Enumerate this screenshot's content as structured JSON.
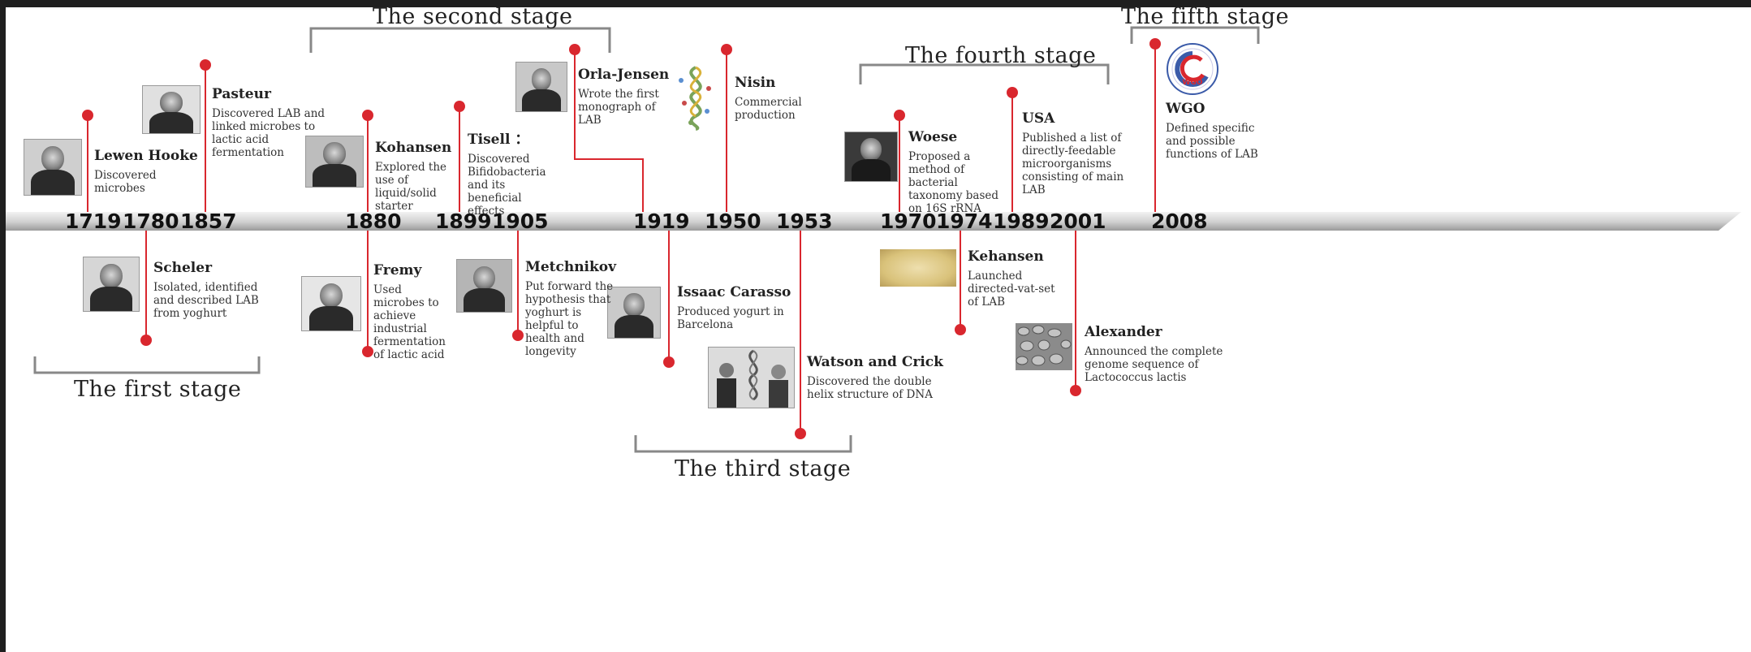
{
  "stages": [
    {
      "id": "first",
      "label": "The first stage"
    },
    {
      "id": "second",
      "label": "The second stage"
    },
    {
      "id": "third",
      "label": "The third stage"
    },
    {
      "id": "fourth",
      "label": "The fourth stage"
    },
    {
      "id": "fifth",
      "label": "The fifth stage"
    }
  ],
  "years": [
    "1719",
    "1780",
    "1857",
    "1880",
    "1899",
    "1905",
    "1919",
    "1950",
    "1953",
    "1970",
    "1974",
    "1989",
    "2001",
    "2008"
  ],
  "events": [
    {
      "id": "lewen-hooke",
      "year": "1719",
      "name": "Lewen Hooke",
      "desc": "Discovered microbes",
      "image": "portrait-photo"
    },
    {
      "id": "scheler",
      "year": "1780",
      "name": "Scheler",
      "desc": "Isolated, identified and described LAB from yoghurt",
      "image": "portrait-photo"
    },
    {
      "id": "pasteur",
      "year": "1857",
      "name": "Pasteur",
      "desc": "Discovered LAB and linked microbes to lactic acid fermentation",
      "image": "portrait-photo"
    },
    {
      "id": "kohansen",
      "year": "1880",
      "name": "Kohansen",
      "desc": "Explored the use of liquid/solid starter",
      "image": "portrait-photo"
    },
    {
      "id": "fremy",
      "year": "1880",
      "name": "Fremy",
      "desc": "Used microbes to achieve industrial fermentation of lactic acid",
      "image": "portrait-photo"
    },
    {
      "id": "tisell",
      "year": "1899",
      "name": "Tisell ：",
      "desc": "Discovered Bifidobacteria and its beneficial effects",
      "image": ""
    },
    {
      "id": "metchnikov",
      "year": "1905",
      "name": "Metchnikov",
      "desc": "Put forward the hypothesis that yoghurt is helpful to health and longevity",
      "image": "portrait-photo"
    },
    {
      "id": "orla-jensen",
      "year": "1919",
      "name": "Orla-Jensen",
      "desc": "Wrote the first monograph of LAB",
      "image": "portrait-photo"
    },
    {
      "id": "issaac-carasso",
      "year": "1919",
      "name": "Issaac Carasso",
      "desc": "Produced yogurt in Barcelona",
      "image": "portrait-photo"
    },
    {
      "id": "nisin",
      "year": "1950",
      "name": "Nisin",
      "desc": "Commercial production",
      "image": "molecule-illustration"
    },
    {
      "id": "watson-crick",
      "year": "1953",
      "name": "Watson and Crick",
      "desc": "Discovered the double helix structure of DNA",
      "image": "photo-with-dna-model"
    },
    {
      "id": "woese",
      "year": "1970",
      "name": "Woese",
      "desc": "Proposed a method of bacterial taxonomy based on 16S rRNA",
      "image": "portrait-photo"
    },
    {
      "id": "kehansen",
      "year": "1974",
      "name": "Kehansen",
      "desc": "Launched directed-vat-set of LAB",
      "image": "powder-photo"
    },
    {
      "id": "usa",
      "year": "1989",
      "name": "USA",
      "desc": "Published a list of directly-feedable microorganisms consisting of main LAB",
      "image": ""
    },
    {
      "id": "alexander",
      "year": "2001",
      "name": "Alexander",
      "desc": "Announced the complete genome sequence of Lactococcus lactis",
      "image": "bacteria-micrograph"
    },
    {
      "id": "wgo",
      "year": "2008",
      "name": "WGO",
      "desc": "Defined specific and possible functions of LAB",
      "image": "wgo-logo"
    }
  ],
  "wgo_logo": {
    "text": "WGO"
  },
  "colors": {
    "marker": "#d9272e",
    "axis": "#c9c9c9",
    "bracket": "#888888",
    "text": "#222222"
  }
}
